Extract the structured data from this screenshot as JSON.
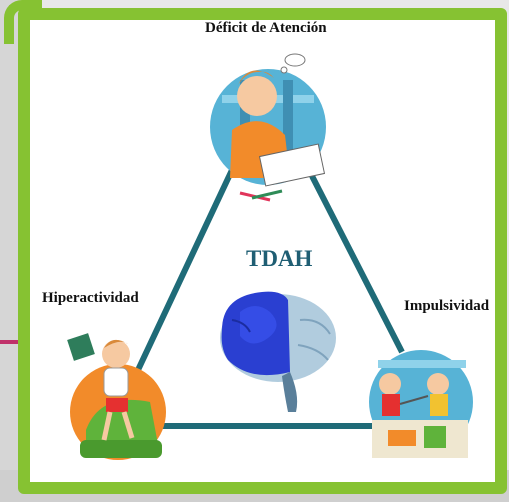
{
  "diagram": {
    "center_title": "TDAH",
    "nodes": {
      "top": {
        "label": "Déficit de Atención",
        "illustration": "child-distracted-at-desk"
      },
      "left": {
        "label": "Hiperactividad",
        "illustration": "child-jumping-on-sofa"
      },
      "right": {
        "label": "Impulsividad",
        "illustration": "children-messy-play"
      }
    },
    "center_image": "brain-illustration"
  },
  "colors": {
    "frame_green": "#86c232",
    "triangle_teal": "#1f6b78",
    "title_teal": "#1f5e73",
    "brain_blue": "#2a3fd1",
    "brain_light": "#a9c7da",
    "accent_pink": "#c0326a"
  }
}
